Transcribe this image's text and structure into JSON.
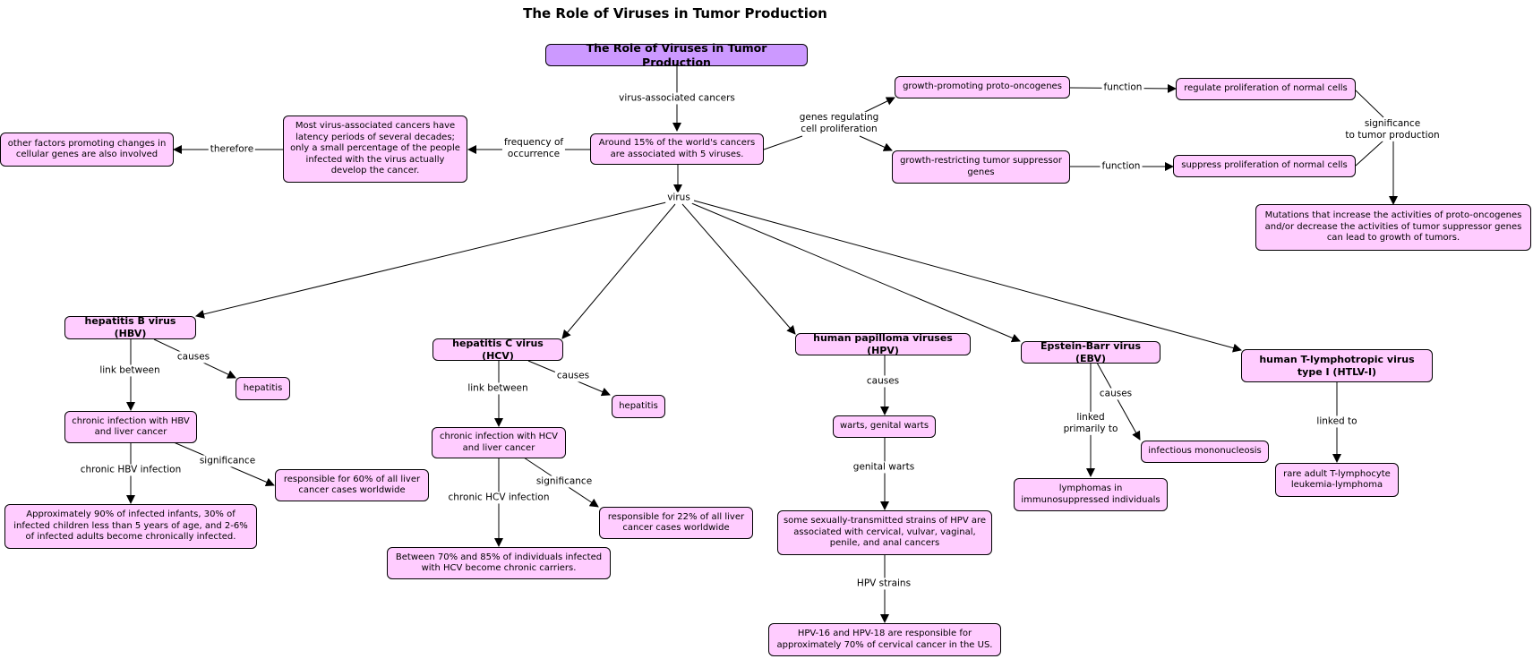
{
  "title": "The Role of Viruses in Tumor Production",
  "nodes": {
    "root": "The Role of Viruses in Tumor Production",
    "around15": "Around 15% of the world's cancers are associated with 5 viruses.",
    "latency": "Most virus-associated cancers have latency periods of several decades; only a small percentage of the people infected with the virus actually develop the cancer.",
    "otherFactors": "other factors promoting changes in cellular genes are also involved",
    "protoOnco": "growth-promoting proto-oncogenes",
    "tumorSupp": "growth-restricting tumor suppressor genes",
    "regulate": "regulate proliferation of normal cells",
    "suppress": "suppress proliferation of normal cells",
    "mutations": "Mutations that increase the activities of proto-oncogenes and/or decrease the activities of tumor suppressor genes can lead to growth of tumors.",
    "hbv": "hepatitis B virus (HBV)",
    "hepatitisB": "hepatitis",
    "chronicHbv": "chronic infection with HBV and liver cancer",
    "resp60": "responsible for 60% of all liver cancer cases worldwide",
    "approx90": "Approximately 90% of infected infants, 30% of infected children less than 5 years of age, and 2-6% of infected adults become chronically infected.",
    "hcv": "hepatitis C virus (HCV)",
    "hepatitisC": "hepatitis",
    "chronicHcv": "chronic infection with HCV and liver cancer",
    "resp22": "responsible for 22% of all liver cancer cases worldwide",
    "between70": "Between 70% and 85% of individuals infected with HCV become chronic carriers.",
    "hpv": "human papilloma viruses (HPV)",
    "warts": "warts, genital warts",
    "sexually": "some sexually-transmitted strains of HPV are associated with cervical, vulvar, vaginal, penile, and anal cancers",
    "hpv16": "HPV-16 and HPV-18 are responsible for approximately 70% of cervical cancer in the US.",
    "ebv": "Epstein-Barr virus (EBV)",
    "mono": "infectious mononucleosis",
    "lymphomas": "lymphomas in immunosuppressed individuals",
    "htlv": "human T-lymphotropic virus type I (HTLV-I)",
    "rareAdult": "rare adult T-lymphocyte leukemia-lymphoma"
  },
  "labels": {
    "virusAssoc": "virus-associated cancers",
    "freq": "frequency of\noccurrence",
    "therefore": "therefore",
    "genes": "genes regulating\ncell proliferation",
    "function1": "function",
    "function2": "function",
    "significance": "significance\nto tumor production",
    "virus": "virus",
    "hbvLink": "link between",
    "hbvCauses": "causes",
    "hbvChronic": "chronic HBV infection",
    "hbvSig": "significance",
    "hcvLink": "link between",
    "hcvCauses": "causes",
    "hcvChronic": "chronic HCV infection",
    "hcvSig": "significance",
    "hpvCauses": "causes",
    "genitalWarts": "genital warts",
    "hpvStrains": "HPV strains",
    "ebvLinked": "linked\nprimarily to",
    "ebvCauses": "causes",
    "linkedTo": "linked to"
  },
  "colors": {
    "concept": "#ffccff",
    "root": "#cc99ff",
    "line": "#000000"
  }
}
